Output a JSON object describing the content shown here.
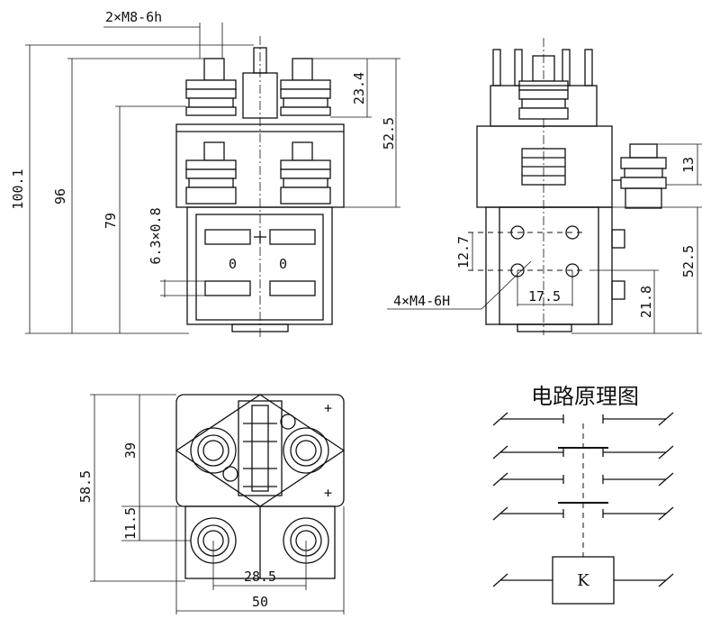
{
  "front_view": {
    "thread_label": "2×M8-6h",
    "dim_23_4": "23.4",
    "dim_52_5": "52.5",
    "dim_100_1": "100.1",
    "dim_96": "96",
    "dim_79": "79",
    "dim_tab": "6.3×0.8",
    "coil_mark_top": "0",
    "coil_mark_bottom": "0"
  },
  "side_view": {
    "dim_13": "13",
    "dim_12_7": "12.7",
    "dim_52_5": "52.5",
    "dim_21_8": "21.8",
    "dim_17_5": "17.5",
    "mount_label": "4×M4-6H"
  },
  "top_view": {
    "dim_58_5": "58.5",
    "dim_39": "39",
    "dim_11_5": "11.5",
    "dim_28_5": "28.5",
    "dim_50": "50",
    "plus_top": "+",
    "plus_bottom": "+"
  },
  "schematic": {
    "title": "电路原理图",
    "coil_label": "K"
  }
}
